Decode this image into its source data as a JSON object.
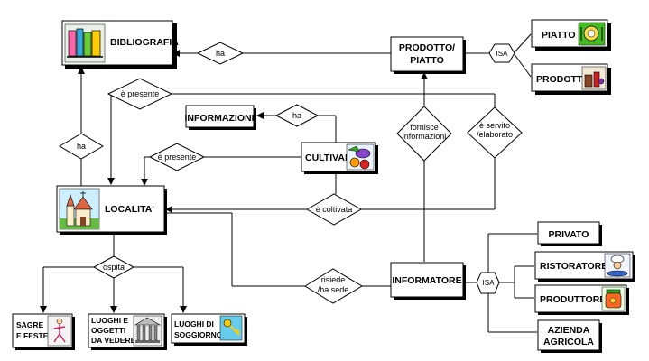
{
  "entities": {
    "bibliografia": "BIBLIOGRAFIA",
    "prodotto_piatto": [
      "PRODOTTO/",
      "PIATTO"
    ],
    "piatto": "PIATTO",
    "prodotto": "PRODOTTO",
    "informazioni": "INFORMAZIONI",
    "cultivar": "CULTIVAR",
    "localita": "LOCALITA'",
    "informatore": "INFORMATORE",
    "privato": "PRIVATO",
    "ristoratore": "RISTORATORE",
    "produttore": "PRODUTTORE",
    "azienda_agricola": [
      "AZIENDA",
      "AGRICOLA"
    ],
    "sagre_feste": [
      "SAGRE",
      "E FESTE"
    ],
    "luoghi_oggetti": [
      "LUOGHI E",
      "OGGETTI",
      "DA VEDERE"
    ],
    "luoghi_soggiorno": [
      "LUOGHI DI",
      "SOGGIORNO"
    ]
  },
  "relationships": {
    "ha_bibliografia": "ha",
    "e_presente_top": "è presente",
    "ha_localita": "ha",
    "ha_informazioni": "ha",
    "e_presente_cultivar": "è presente",
    "e_coltivata": "è coltivata",
    "fornisce_informazioni": [
      "fornisce",
      "informazioni"
    ],
    "e_servito": [
      "è servito",
      "/elaborato"
    ],
    "risiede": [
      "risiede",
      "/ha sede"
    ],
    "ospita": "ospita"
  },
  "isa": {
    "top": "ISA",
    "bottom": "ISA"
  },
  "colors": {
    "line": "#000000",
    "box": "#ffffff",
    "shadow": "#000000"
  }
}
